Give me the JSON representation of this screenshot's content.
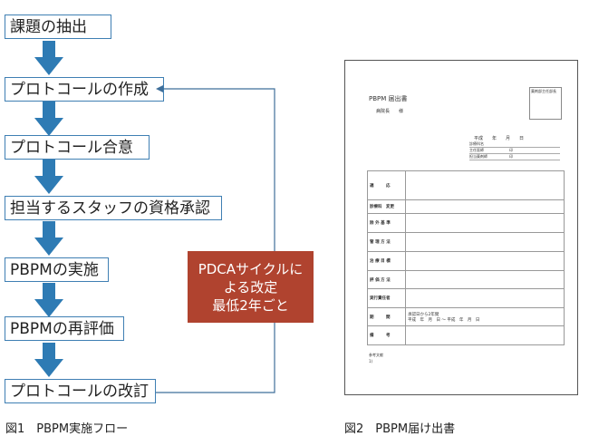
{
  "flow": {
    "steps": [
      "課題の抽出",
      "プロトコールの作成",
      "プロトコール合意",
      "担当するスタッフの資格承認",
      "PBPMの実施",
      "PBPMの再評価",
      "プロトコールの改訂"
    ],
    "cycle_note": [
      "PDCAサイクルに",
      "よる改定",
      "最低2年ごと"
    ],
    "colors": {
      "arrow": "#2e7bb4",
      "note": "#b0432f"
    }
  },
  "form": {
    "title": "PBPM 届出書",
    "addressee": "病院長　　様",
    "stamp_box": "薬剤部主任部長",
    "date_line": "平成　　年　　月　　日",
    "signers": [
      "診療科名",
      "主任医師　　　　　　　印",
      "担当薬剤師　　　　　　印"
    ],
    "rows": [
      {
        "label": "適　　　応",
        "value": ""
      },
      {
        "label": "診療科　変更",
        "value": ""
      },
      {
        "label": "除 外 基 準",
        "value": ""
      },
      {
        "label": "管 理 方 法",
        "value": ""
      },
      {
        "label": "治 療 目 標",
        "value": ""
      },
      {
        "label": "評 価 方 法",
        "value": ""
      },
      {
        "label": "実行責任者",
        "value": ""
      },
      {
        "label": "期　　　間",
        "value": "承認日から2年間\n平成　年　月　日 〜 平成　年　月　日"
      },
      {
        "label": "備　　　考",
        "value": ""
      }
    ],
    "references": "参考文献",
    "ref_item": "1)"
  },
  "captions": {
    "fig1": "図1　PBPM実施フロー",
    "fig2": "図2　PBPM届け出書"
  }
}
